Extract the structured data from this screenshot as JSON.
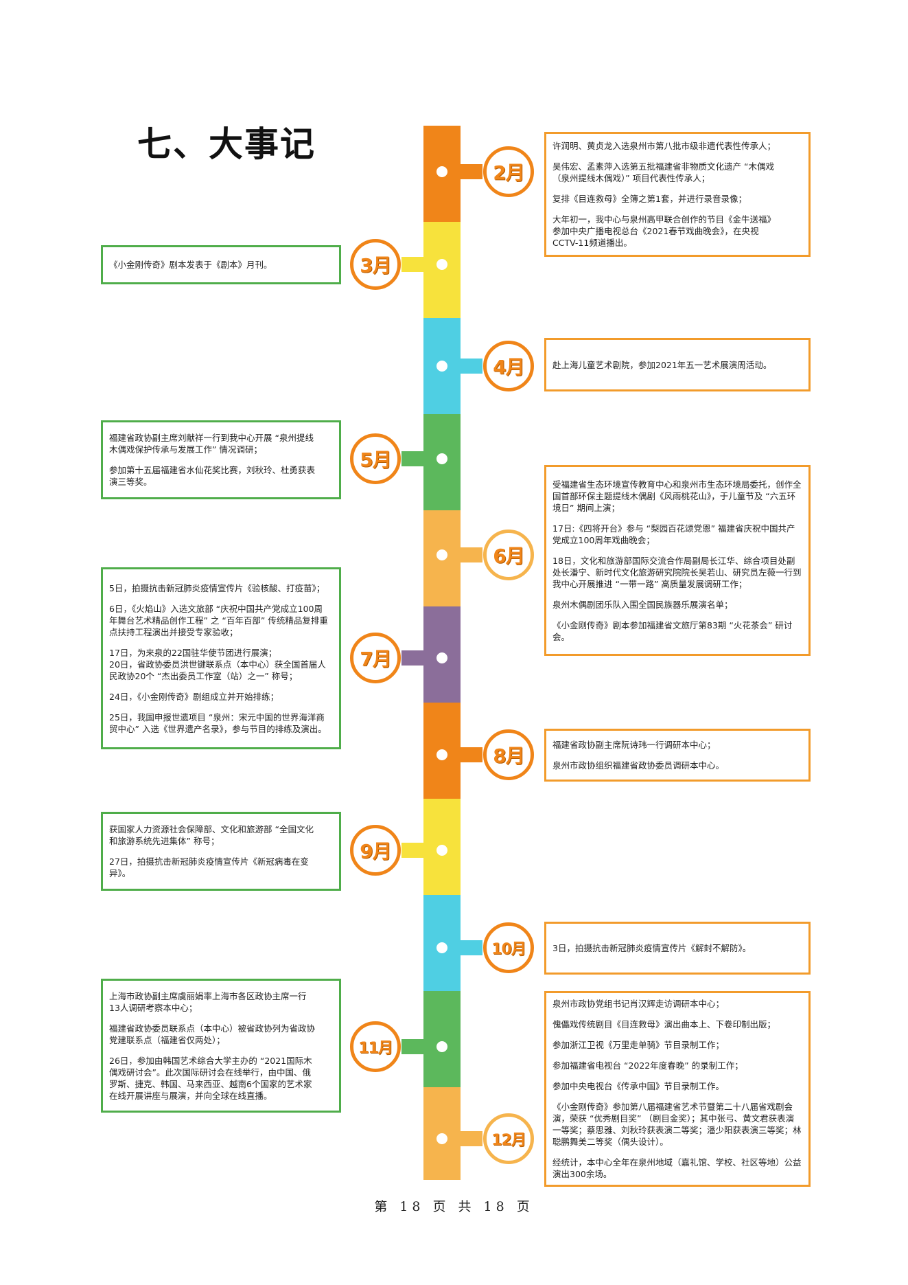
{
  "page_title": "七、大事记",
  "footer": "第 18 页 共 18 页",
  "colors": {
    "orange": "#f08519",
    "yellow": "#f7e23c",
    "cyan": "#4fcfe3",
    "green": "#5cb85c",
    "light_orange": "#f6b44d",
    "purple": "#8b6e9a",
    "card_orange_border": "#f29b2b",
    "card_green_border": "#4fad4a"
  },
  "events": [
    {
      "month": "2月",
      "side": "right",
      "paragraphs": [
        [
          "许润明、黄贞龙入选泉州市第八批市级非遗代表性传承人；"
        ],
        [
          "吴伟宏、孟素萍入选第五批福建省非物质文化遗产 “木偶戏",
          "（泉州提线木偶戏）” 项目代表性传承人；"
        ],
        [
          "复排《目连救母》全簿之第1套，并进行录音录像；"
        ],
        [
          "大年初一，我中心与泉州高甲联合创作的节目《金牛送福》",
          "参加中央广播电视总台《2021春节戏曲晚会》，在央视",
          "CCTV-11频道播出。"
        ]
      ]
    },
    {
      "month": "3月",
      "side": "left",
      "paragraphs": [
        [
          "《小金刚传奇》剧本发表于《剧本》月刊。"
        ]
      ]
    },
    {
      "month": "4月",
      "side": "right",
      "paragraphs": [
        [
          "赴上海儿童艺术剧院，参加2021年五一艺术展演周活动。"
        ]
      ]
    },
    {
      "month": "5月",
      "side": "left",
      "paragraphs": [
        [
          "福建省政协副主席刘献祥一行到我中心开展 “泉州提线",
          "木偶戏保护传承与发展工作” 情况调研；"
        ],
        [
          "参加第十五届福建省水仙花奖比赛，刘秋玲、杜勇获表",
          "演三等奖。"
        ]
      ]
    },
    {
      "month": "6月",
      "side": "right",
      "paragraphs": [
        [
          "受福建省生态环境宣传教育中心和泉州市生态环境局委托，创作全",
          "国首部环保主题提线木偶剧《风雨桃花山》，于儿童节及 “六五环",
          "境日” 期间上演；"
        ],
        [
          "17日:《四将开台》参与 “梨园百花颂党恩” 福建省庆祝中国共产",
          "党成立100周年戏曲晚会；"
        ],
        [
          "18日，文化和旅游部国际交流合作局副局长江华、综合项目处副",
          "处长潘宁、新时代文化旅游研究院院长吴若山、研究员左薇一行到",
          "我中心开展推进 “一带一路” 高质量发展调研工作；"
        ],
        [
          "泉州木偶剧团乐队入围全国民族器乐展演名单；"
        ],
        [
          "《小金刚传奇》剧本参加福建省文旅厅第83期 “火花茶会” 研讨",
          "会。"
        ]
      ]
    },
    {
      "month": "7月",
      "side": "left",
      "paragraphs": [
        [
          "5日，拍摄抗击新冠肺炎疫情宣传片《验核酸、打疫苗》；"
        ],
        [
          "6日，《火焰山》入选文旅部 “庆祝中国共产党成立100周",
          "年舞台艺术精品创作工程” 之 “百年百部” 传统精品复排重",
          "点扶持工程演出并接受专家验收；"
        ],
        [
          "17日，为来泉的22国驻华使节团进行展演；",
          "20日，省政协委员洪世键联系点（本中心）获全国首届人",
          "民政协20个 “杰出委员工作室（站）之一” 称号；"
        ],
        [
          "24日，《小金刚传奇》剧组成立并开始排练；"
        ],
        [
          "25日，我国申报世遗项目 “泉州：宋元中国的世界海洋商",
          "贸中心” 入选《世界遗产名录》，参与节目的排练及演出。"
        ]
      ]
    },
    {
      "month": "8月",
      "side": "right",
      "paragraphs": [
        [
          "福建省政协副主席阮诗玮一行调研本中心；"
        ],
        [
          "泉州市政协组织福建省政协委员调研本中心。"
        ]
      ]
    },
    {
      "month": "9月",
      "side": "left",
      "paragraphs": [
        [
          "获国家人力资源社会保障部、文化和旅游部 “全国文化",
          "和旅游系统先进集体” 称号；"
        ],
        [
          "27日，拍摄抗击新冠肺炎疫情宣传片《新冠病毒在变",
          "异》。"
        ]
      ]
    },
    {
      "month": "10月",
      "side": "right",
      "paragraphs": [
        [
          "3日，拍摄抗击新冠肺炎疫情宣传片《解封不解防》。"
        ]
      ]
    },
    {
      "month": "11月",
      "side": "left",
      "paragraphs": [
        [
          "上海市政协副主席虞丽娟率上海市各区政协主席一行",
          "13人调研考察本中心；"
        ],
        [
          "福建省政协委员联系点（本中心）被省政协列为省政协",
          "党建联系点（福建省仅两处）；"
        ],
        [
          "26日，参加由韩国艺术综合大学主办的 “2021国际木",
          "偶戏研讨会”。此次国际研讨会在线举行，由中国、俄",
          "罗斯、捷克、韩国、马来西亚、越南6个国家的艺术家",
          "在线开展讲座与展演，并向全球在线直播。"
        ]
      ]
    },
    {
      "month": "12月",
      "side": "right",
      "paragraphs": [
        [
          "泉州市政协党组书记肖汉辉走访调研本中心；"
        ],
        [
          "傀儡戏传统剧目《目连救母》演出曲本上、下卷印制出版；"
        ],
        [
          "参加浙江卫视《万里走单骑》节目录制工作；"
        ],
        [
          "参加福建省电视台 “2022年度春晚” 的录制工作；"
        ],
        [
          "参加中央电视台《传承中国》节目录制工作。"
        ],
        [
          "《小金刚传奇》参加第八届福建省艺术节暨第二十八届省戏剧会",
          "演，荣获 “优秀剧目奖” （剧目金奖）；其中张弓、黄文君获表演",
          "一等奖；蔡思雅、刘秋玲获表演二等奖；潘少阳获表演三等奖；林",
          "聪鹏舞美二等奖（偶头设计）。"
        ],
        [
          "经统计，本中心全年在泉州地域（嘉礼馆、学校、社区等地）公益",
          "演出300余场。"
        ]
      ]
    }
  ]
}
